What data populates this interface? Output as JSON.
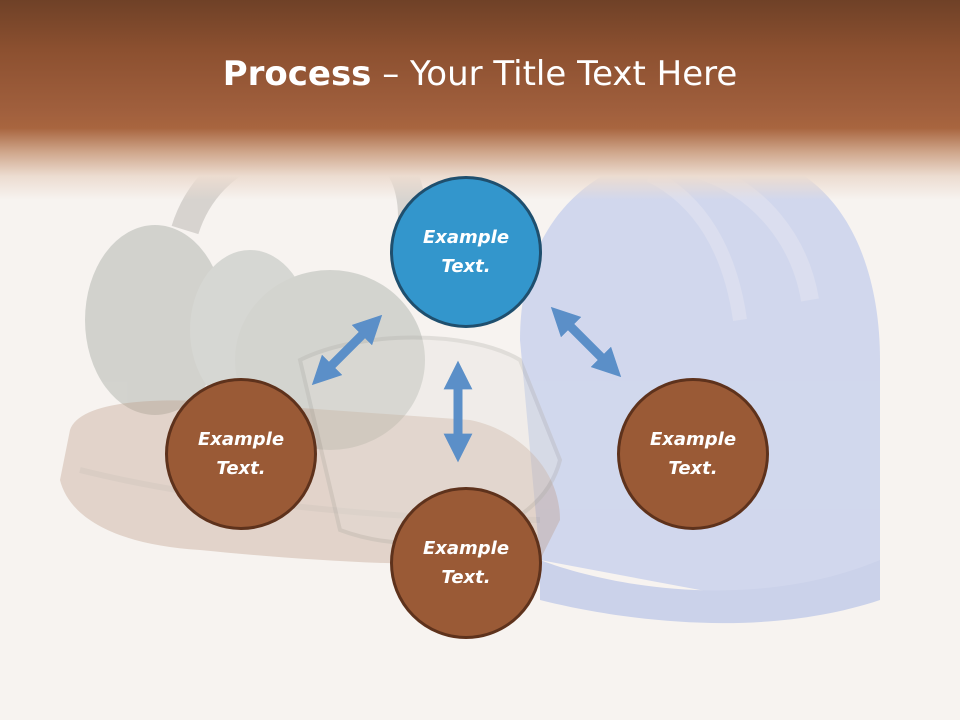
{
  "title": {
    "bold": "Process",
    "rest": " – Your Title Text Here"
  },
  "nodes": {
    "top": "Example Text.",
    "left": "Example Text.",
    "right": "Example Text.",
    "bottom": "Example Text."
  },
  "colors": {
    "header_brown": "#a8653f",
    "node_brown": "#9a5a36",
    "node_blue": "#3396cc",
    "arrow_blue": "#5b8fc8"
  },
  "background_image_subject": "safety equipment: ear muffs, gloves, goggles, blue hard hat"
}
